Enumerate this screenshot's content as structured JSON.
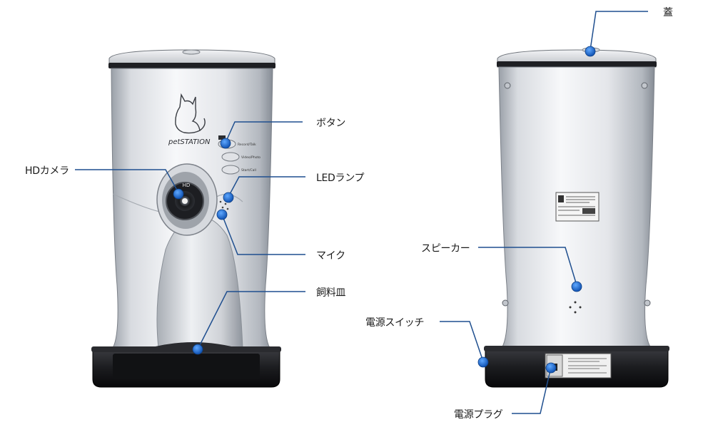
{
  "colors": {
    "callout_line": "#1f4f8f",
    "callout_dot": "#1f6fd0",
    "body_light": "#f4f5f7",
    "body_mid": "#c9ccd2",
    "body_dark": "#8e939b",
    "base": "#1c1d20"
  },
  "front_device": {
    "brand_text": "petSTATION",
    "camera_text": "HD",
    "buttons": [
      "Record/Talk",
      "Video/Photo",
      "Start/Call"
    ]
  },
  "labels": {
    "lid": "蓋",
    "button": "ボタン",
    "hd_camera": "HDカメラ",
    "led_lamp": "LEDランプ",
    "mic": "マイク",
    "feeding_bowl": "飼料皿",
    "speaker": "スピーカー",
    "power_switch": "電源スイッチ",
    "power_plug": "電源プラグ"
  }
}
